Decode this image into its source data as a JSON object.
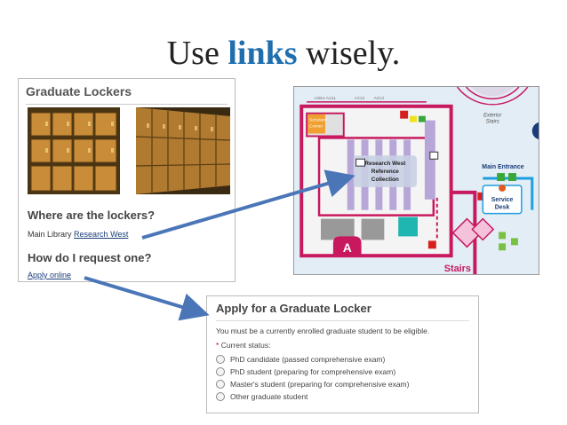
{
  "slide": {
    "title_prefix": "Use",
    "title_highlight": "links",
    "title_suffix": "wisely."
  },
  "lockers_page": {
    "heading": "Graduate Lockers",
    "where_heading": "Where are the lockers?",
    "location_prefix": "Main Library",
    "location_link": "Research West",
    "request_heading": "How do I request one?",
    "apply_link": "Apply online"
  },
  "map": {
    "room_labels": [
      "A2B4-A211",
      "A212",
      "A213"
    ],
    "scholars_corner_line1": "Scholars'",
    "scholars_corner_line2": "Corner",
    "collection_line1": "Research West",
    "collection_line2": "Reference",
    "collection_line3": "Collection",
    "exterior_line1": "Exterior",
    "exterior_line2": "Stairs",
    "main_entrance": "Main Entrance",
    "service_line1": "Service",
    "service_line2": "Desk",
    "section_letter": "A",
    "stairs_label": "Stairs",
    "colors": {
      "wall": "#c8185e",
      "shelf": "#b7a6d8",
      "teal": "#1fb5b0",
      "blue": "#1e9de0"
    }
  },
  "form": {
    "heading": "Apply for a Graduate Locker",
    "eligibility": "You must be a currently enrolled graduate student to be eligible.",
    "required_mark": "*",
    "status_label": "Current status:",
    "options": [
      "PhD candidate (passed comprehensive exam)",
      "PhD student (preparing for comprehensive exam)",
      "Master's student (preparing for comprehensive exam)",
      "Other graduate student"
    ]
  },
  "colors": {
    "title_accent": "#1f6fae",
    "arrow": "#4a76b8"
  }
}
